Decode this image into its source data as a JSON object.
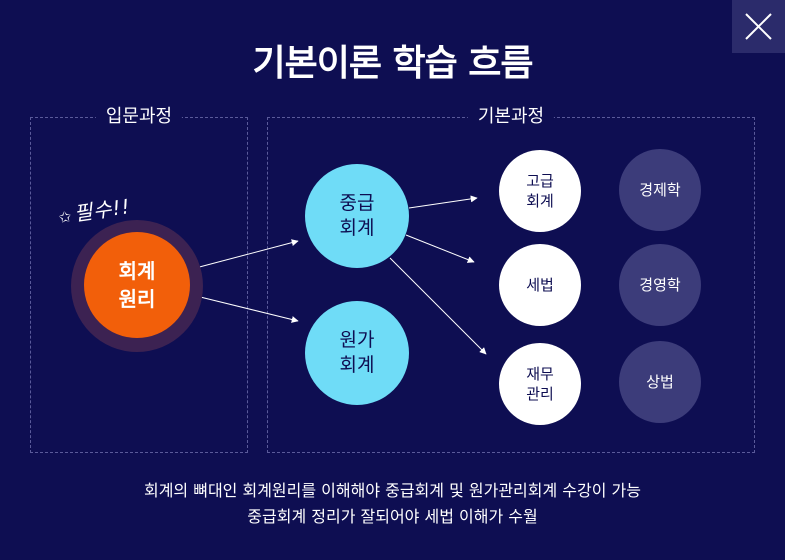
{
  "title": "기본이론 학습 흐름",
  "close_label": "×",
  "sections": {
    "intro": "입문과정",
    "basic": "기본과정"
  },
  "badge": "필수!!",
  "nodes": {
    "core": "회계\n원리",
    "intermediate": "중급\n회계",
    "cost": "원가\n회계",
    "advanced": "고급\n회계",
    "tax": "세법",
    "finance": "재무\n관리",
    "economics": "경제학",
    "management": "경영학",
    "commercial_law": "상법"
  },
  "footer": {
    "line1": "회계의 뼈대인 회계원리를 이해해야 중급회계 및 원가관리회계 수강이 가능",
    "line2": "중급회계 정리가 잘되어야 세법 이해가 수월"
  },
  "colors": {
    "background": "#0e0e52",
    "core": "#f25f0a",
    "intermediate": "#6fdcf7",
    "advanced": "#ffffff",
    "elective": "#3c3c7a"
  }
}
